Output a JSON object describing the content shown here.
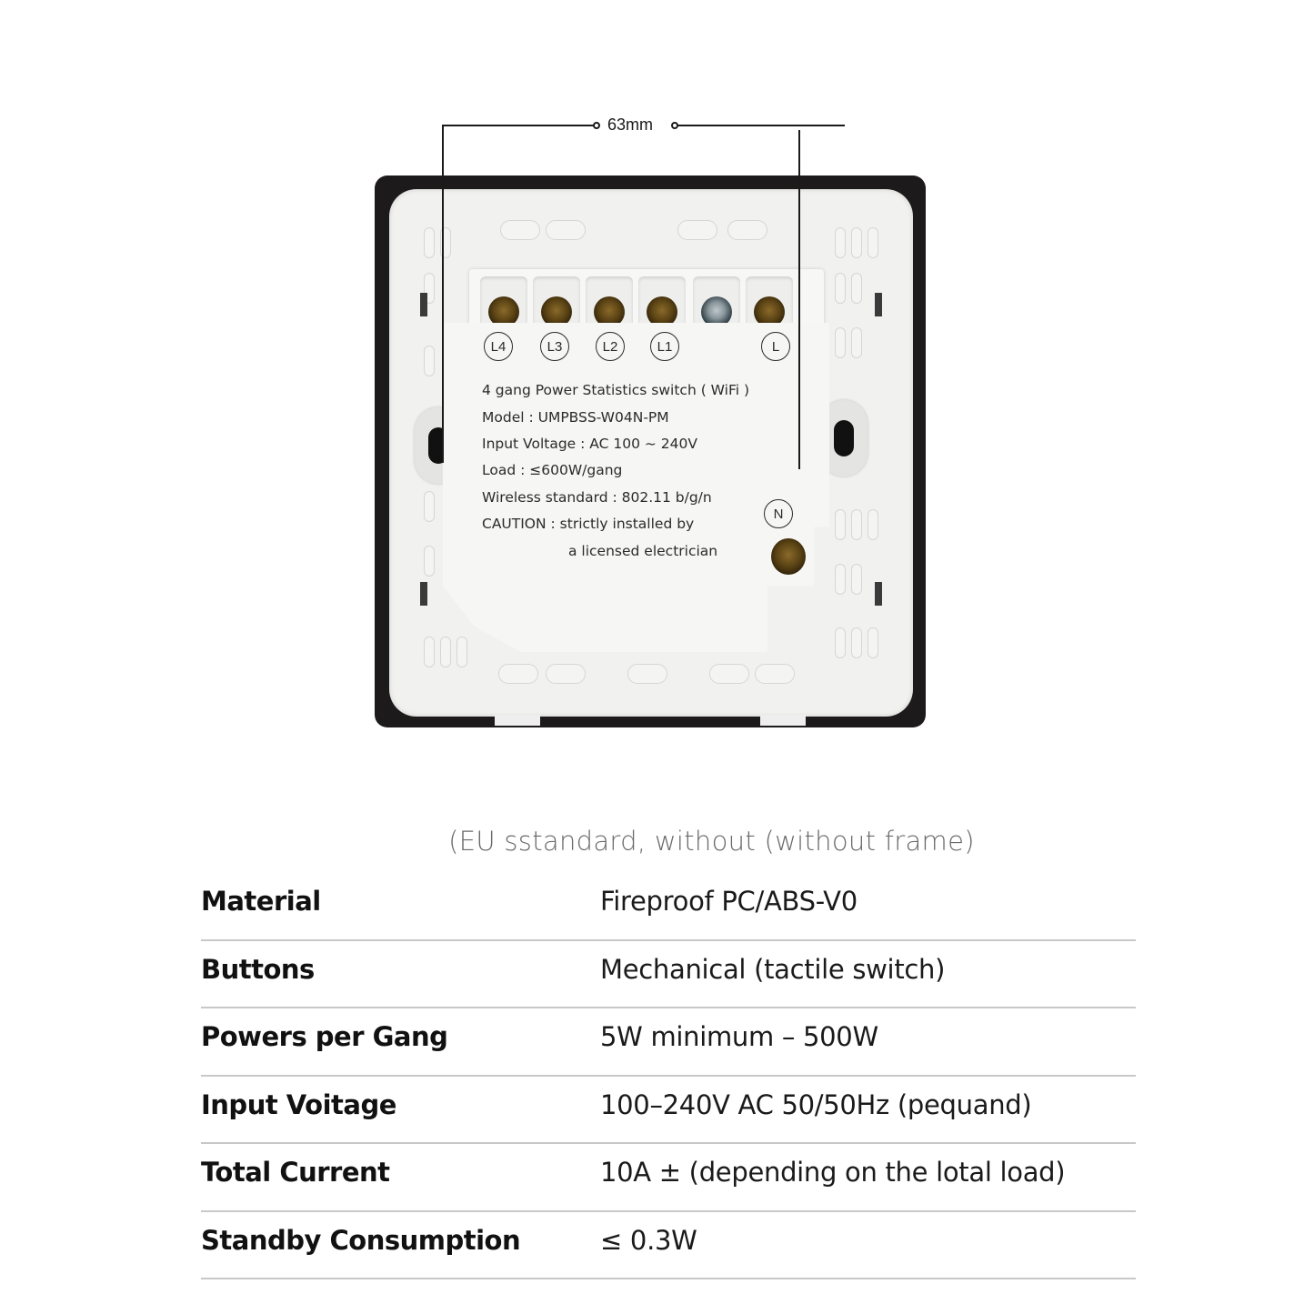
{
  "dimension": {
    "label": "63mm"
  },
  "product_label": {
    "terminals_top": [
      "L4",
      "L3",
      "L2",
      "L1",
      "L"
    ],
    "terminal_neutral": "N",
    "lines": [
      "4 gang Power Statistics switch ( WiFi )",
      "Model : UMPBSS-W04N-PM",
      "Input Voltage : AC 100 ~ 240V",
      "Load : ≤600W/gang",
      "Wireless standard : 802.11 b/g/n",
      "CAUTION : strictly installed by",
      "a licensed electrician"
    ]
  },
  "caption": "(EU sstandard, without (without frame)",
  "specs": [
    {
      "key": "Material",
      "value": "Fireproof PC/ABS-V0"
    },
    {
      "key": "Buttons",
      "value": "Mechanical (tactile switch)"
    },
    {
      "key": "Powers per Gang",
      "value": "5W minimum – 500W"
    },
    {
      "key": "Input Voitage",
      "value": "100–240V AC 50/50Hz (pequand)"
    },
    {
      "key": "Total Current",
      "value": "10A ± (depending on the lotal load)"
    },
    {
      "key": "Standby Consumption",
      "value": "≤ 0.3W"
    }
  ]
}
